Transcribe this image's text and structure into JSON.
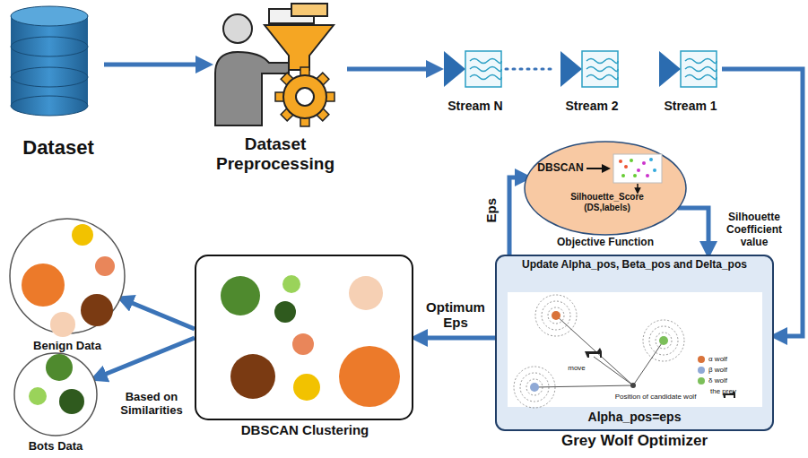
{
  "diagram": {
    "nodes": [
      {
        "text": [
          "Dataset"
        ]
      },
      {
        "text": [
          "Dataset Preprocessing"
        ]
      },
      {
        "text": [
          "Stream N"
        ]
      },
      {
        "text": [
          "Stream 2"
        ]
      },
      {
        "text": [
          "Stream 1"
        ]
      },
      {
        "text": [
          "DBSCAN",
          "Silhouette_Score (DS,labels)",
          "Objective Function"
        ]
      },
      {
        "text": [
          "Update Alpha_pos, Beta_pos and Delta_pos",
          "Alpha_pos=eps",
          "Grey Wolf Optimizer"
        ]
      },
      {
        "text": [
          "DBSCAN Clustering"
        ]
      },
      {
        "text": [
          "Benign Data"
        ]
      },
      {
        "text": [
          "Bots Data"
        ]
      }
    ],
    "edges": [
      {
        "from": 0,
        "to": 1,
        "arrow": "to"
      },
      {
        "from": 1,
        "to": 2,
        "arrow": "to"
      },
      {
        "from": 2,
        "to": 3,
        "arrow": "none"
      },
      {
        "from": 4,
        "to": 6,
        "arrow": "to"
      },
      {
        "from": 6,
        "to": 5,
        "label": "Eps",
        "arrow": "to"
      },
      {
        "from": 5,
        "to": 6,
        "label": "Silhouette Coefficient value",
        "arrow": "to"
      },
      {
        "from": 6,
        "to": 7,
        "label": "Optimum Eps",
        "arrow": "to"
      },
      {
        "from": 7,
        "to": 8,
        "arrow": "to"
      },
      {
        "from": 7,
        "to": 9,
        "label": "Based on Similarities",
        "arrow": "to"
      }
    ],
    "labels": [
      "Position of candidate wolf",
      "move"
    ],
    "legend": [
      {
        "text": "α wolf",
        "color": "#d9733a"
      },
      {
        "text": "β wolf",
        "color": "#8fa9d6"
      },
      {
        "text": "δ wolf",
        "color": "#7cbf5a"
      },
      {
        "text": "the prey"
      }
    ]
  }
}
